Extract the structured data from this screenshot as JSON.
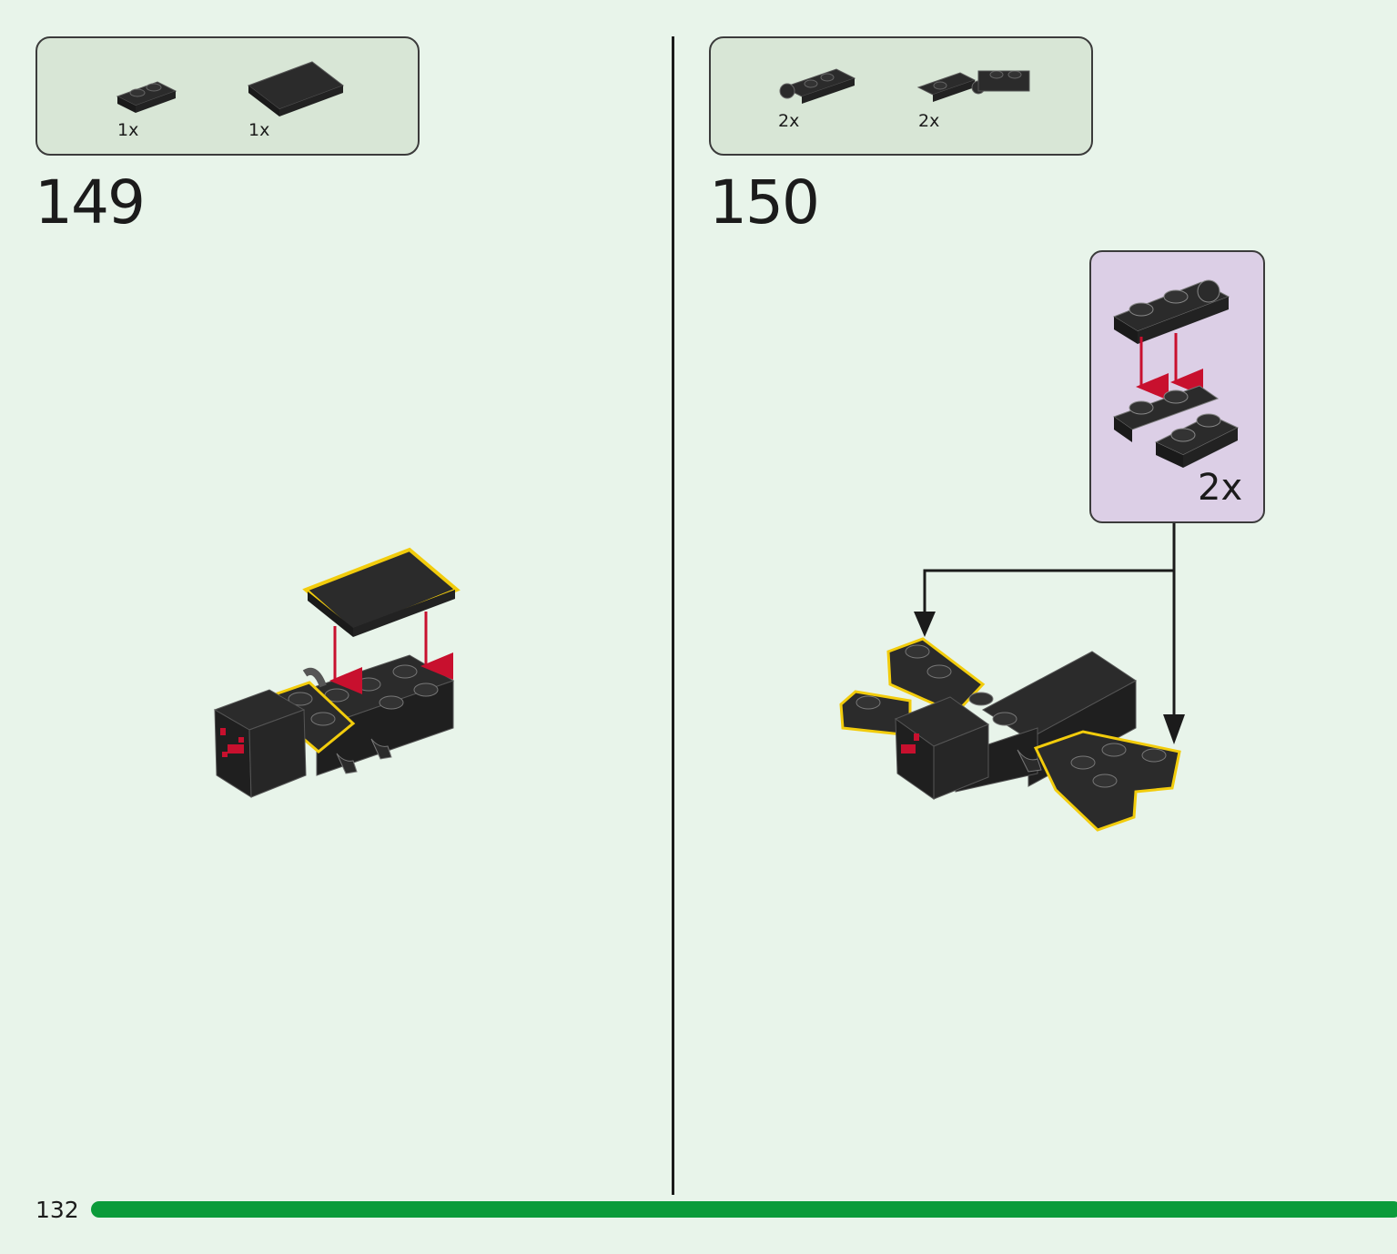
{
  "page_number": "132",
  "steps": [
    {
      "number": "149",
      "parts": [
        {
          "icon": "plate-1x2-icon",
          "quantity": "1x"
        },
        {
          "icon": "tile-2x4-icon",
          "quantity": "1x"
        }
      ]
    },
    {
      "number": "150",
      "parts": [
        {
          "icon": "hinge-plate-1x2-icon",
          "quantity": "2x"
        },
        {
          "icon": "hinge-plate-1x2-pair-icon",
          "quantity": "2x"
        }
      ],
      "subassembly": {
        "quantity": "2x"
      }
    }
  ],
  "colors": {
    "background": "#e8f4ea",
    "parts_box": "#d8e6d6",
    "subassembly_box": "#dccfe6",
    "brick": "#2b2b2b",
    "highlight": "#f2cc0c",
    "arrow_red": "#c8102e",
    "progress": "#0b9b3a"
  }
}
